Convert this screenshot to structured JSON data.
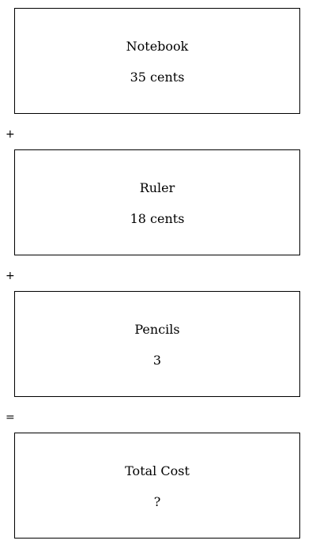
{
  "items": [
    {
      "name": "Notebook",
      "value": "35 cents"
    },
    {
      "name": "Ruler",
      "value": "18 cents"
    },
    {
      "name": "Pencils",
      "value": "3"
    },
    {
      "name": "Total Cost",
      "value": "?"
    }
  ],
  "operators": [
    "+",
    "+",
    "="
  ]
}
